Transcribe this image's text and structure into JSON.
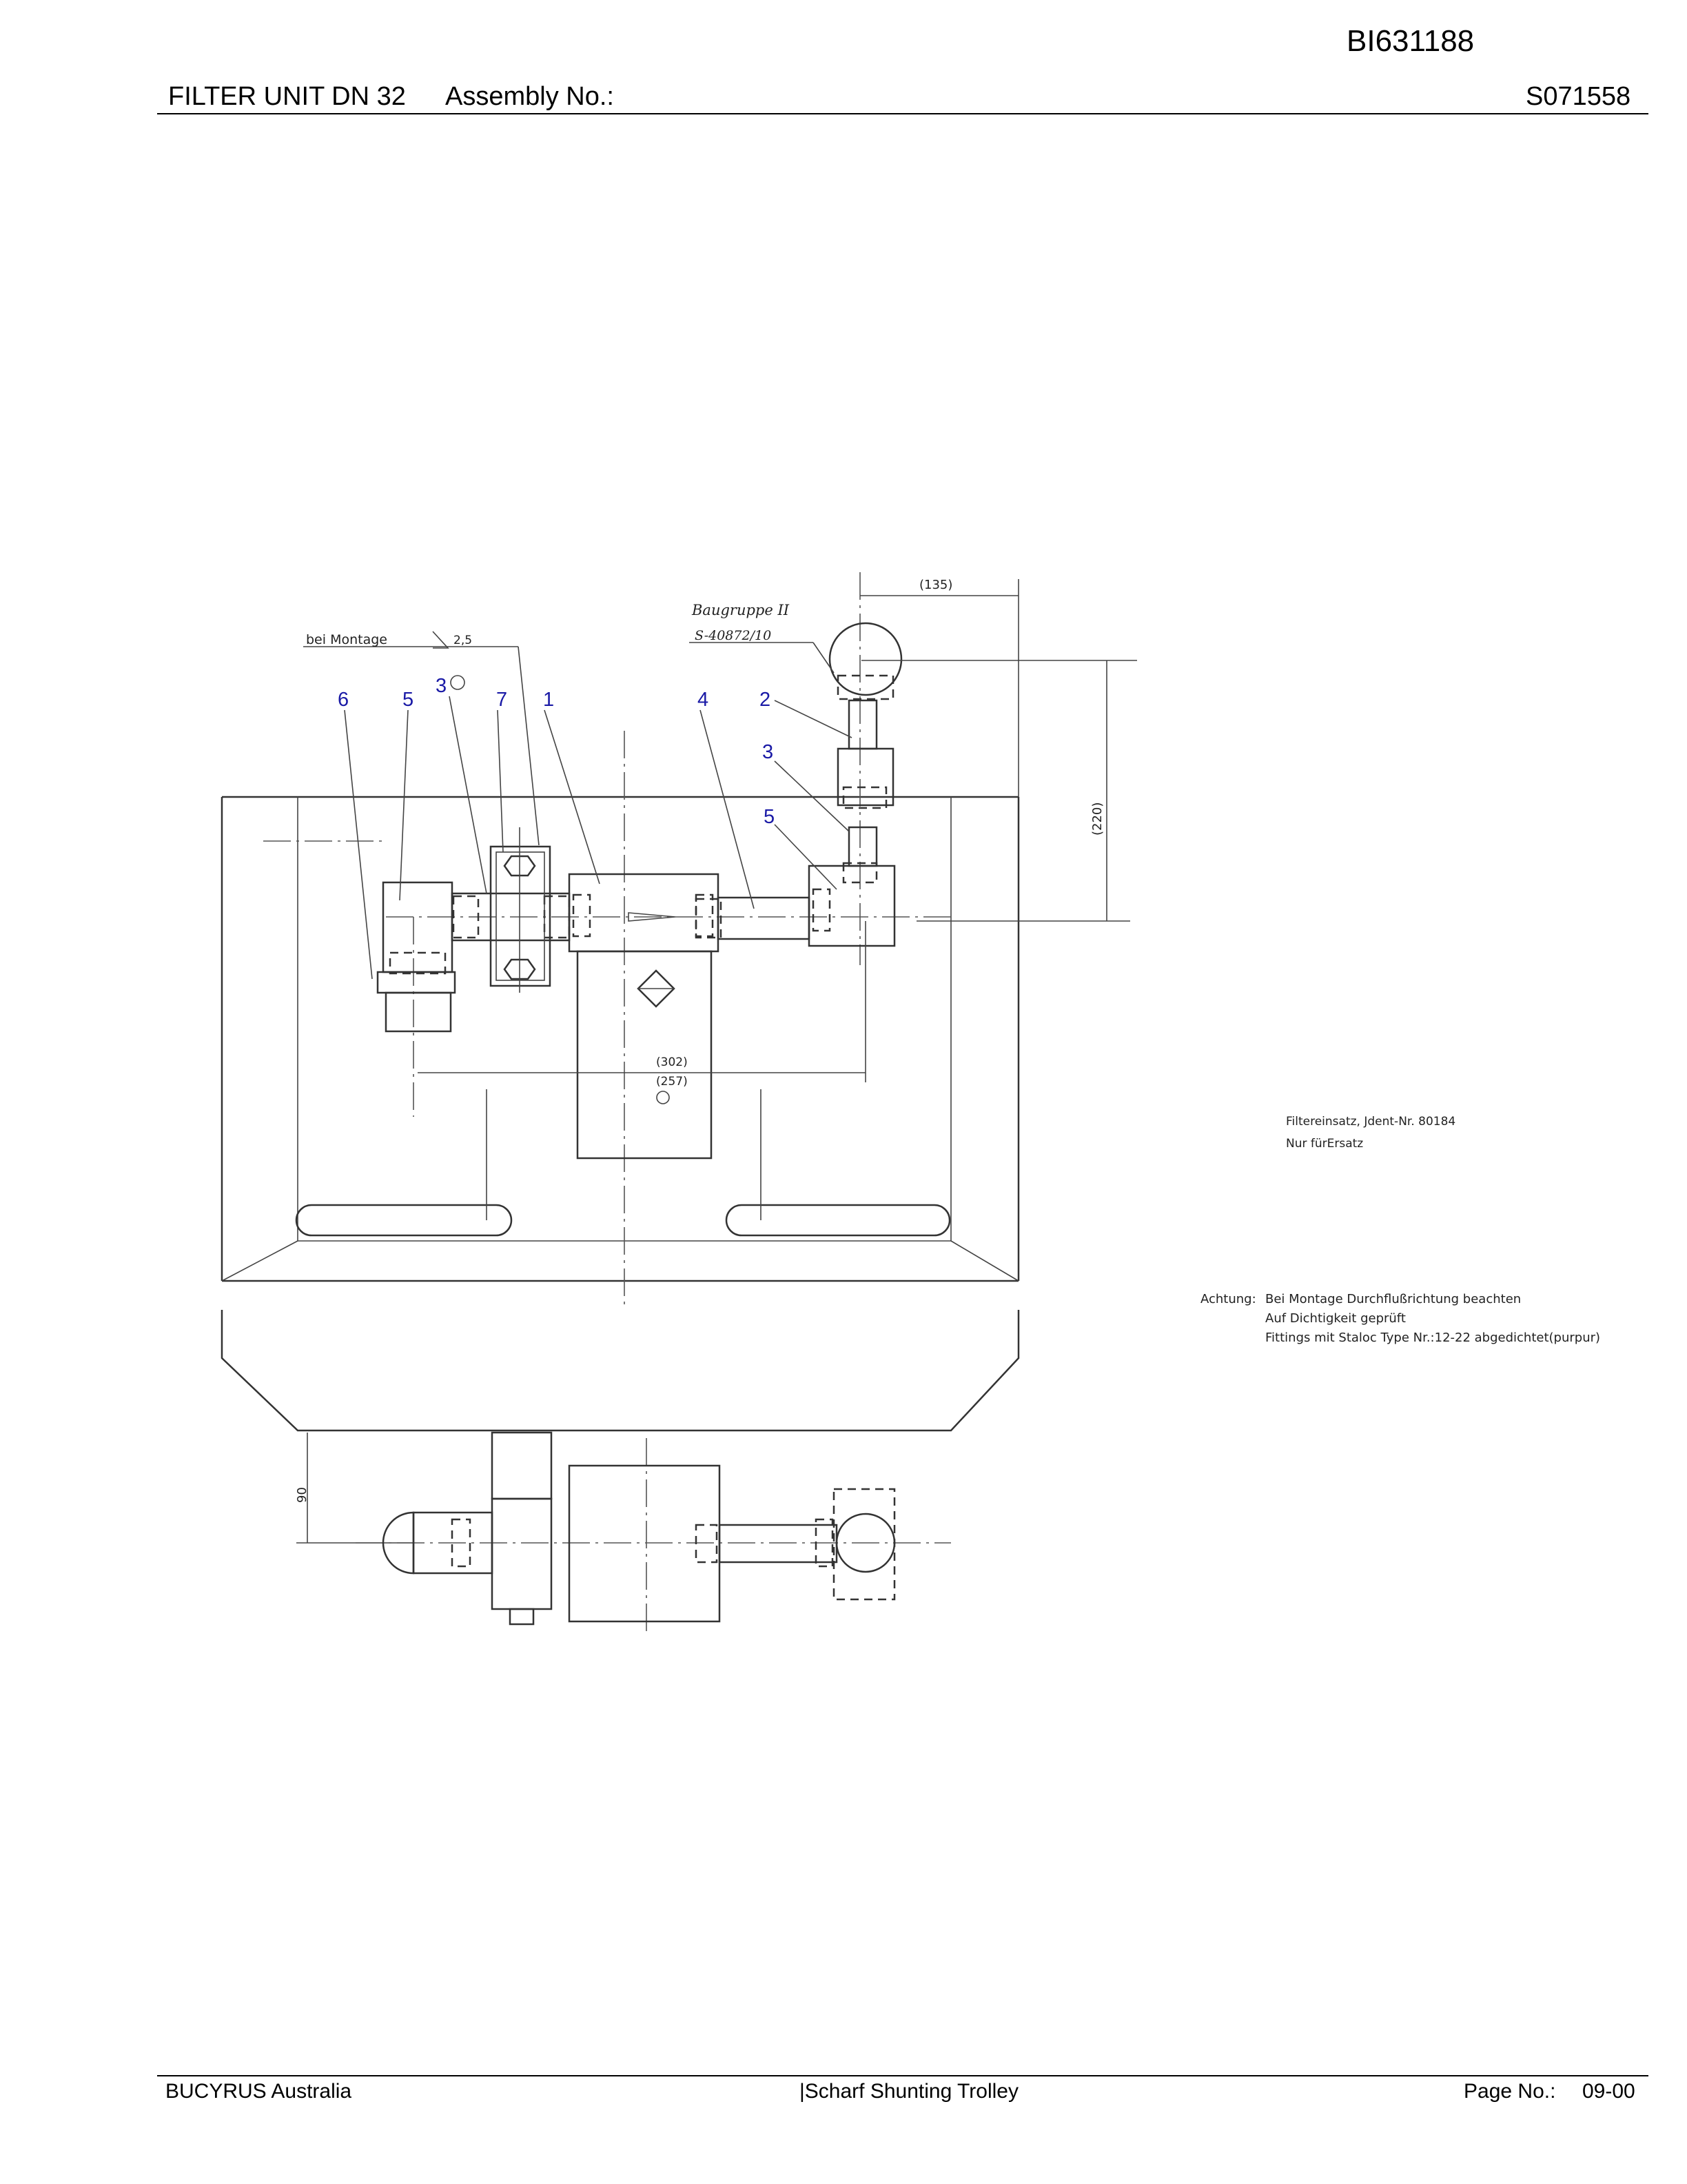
{
  "header": {
    "doc_id": "BI631188",
    "title": "FILTER UNIT DN 32",
    "assembly_label": "Assembly No.:",
    "assembly_no": "S071558"
  },
  "footer": {
    "company": "BUCYRUS Australia",
    "product": "|Scharf Shunting Trolley",
    "page_label": "Page No.:",
    "page_no": "09-00"
  },
  "drawing": {
    "callouts": [
      "6",
      "5",
      "3",
      "7",
      "1",
      "4",
      "2",
      "3",
      "5"
    ],
    "notes": {
      "bei_montage": "bei Montage",
      "weld_size": "2,5",
      "baugruppe": "Baugruppe II",
      "baugruppe_no": "S-40872/10",
      "dim_135": "(135)",
      "dim_220": "(220)",
      "dim_302": "(302)",
      "dim_257": "(257)",
      "dim_90": "90",
      "filter_1": "Filtereinsatz, Jdent-Nr. 80184",
      "filter_2": "Nur fürErsatz",
      "achtung_label": "Achtung:",
      "achtung_1": "Bei Montage Durchflußrichtung beachten",
      "achtung_2": "Auf Dichtigkeit geprüft",
      "achtung_3": "Fittings mit Staloc Type Nr.:12-22 abgedichtet(purpur)"
    }
  }
}
